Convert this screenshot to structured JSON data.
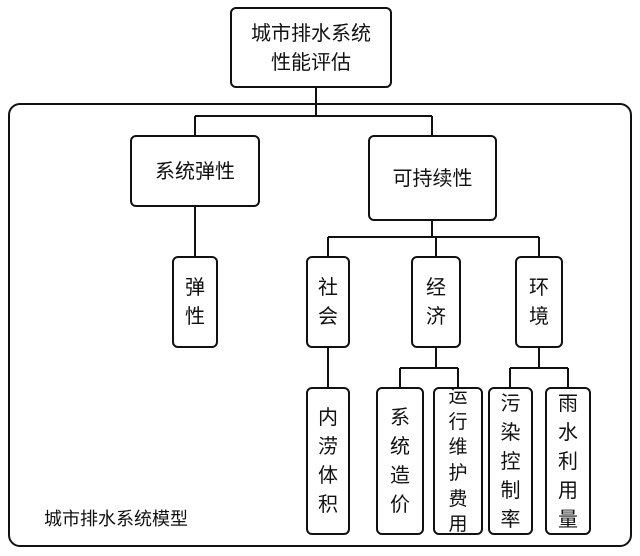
{
  "root": {
    "line1": "城市排水系统",
    "line2": "性能评估"
  },
  "frame_label": "城市排水系统模型",
  "resilience": {
    "label": "系统弹性",
    "child": "弹性"
  },
  "sustainability": {
    "label": "可持续性",
    "social": {
      "label": "社会",
      "child": "内涝体积"
    },
    "economic": {
      "label": "经济",
      "children": [
        "系统造价",
        "运行维护费用"
      ]
    },
    "environment": {
      "label": "环境",
      "children": [
        "污染控制率",
        "雨水利用量"
      ]
    }
  }
}
